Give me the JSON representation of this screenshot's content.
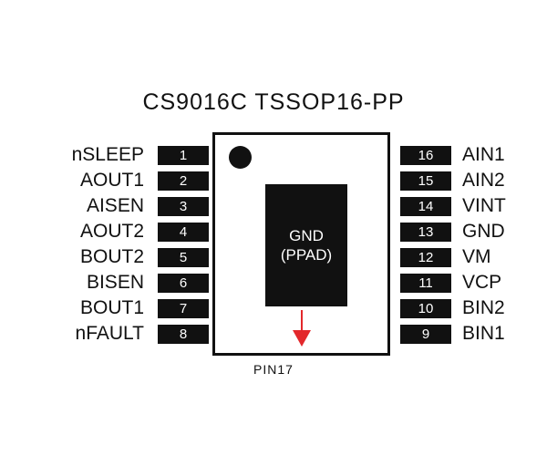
{
  "diagram": {
    "title": "CS9016C TSSOP16-PP",
    "pad_label_line1": "GND",
    "pad_label_line2": "(PPAD)",
    "pin17_label": "PIN17",
    "arrow_color": "#e3282b",
    "left_pins": [
      {
        "number": "1",
        "name": "nSLEEP"
      },
      {
        "number": "2",
        "name": "AOUT1"
      },
      {
        "number": "3",
        "name": "AISEN"
      },
      {
        "number": "4",
        "name": "AOUT2"
      },
      {
        "number": "5",
        "name": "BOUT2"
      },
      {
        "number": "6",
        "name": "BISEN"
      },
      {
        "number": "7",
        "name": "BOUT1"
      },
      {
        "number": "8",
        "name": "nFAULT"
      }
    ],
    "right_pins": [
      {
        "number": "16",
        "name": "AIN1"
      },
      {
        "number": "15",
        "name": "AIN2"
      },
      {
        "number": "14",
        "name": "VINT"
      },
      {
        "number": "13",
        "name": "GND"
      },
      {
        "number": "12",
        "name": "VM"
      },
      {
        "number": "11",
        "name": "VCP"
      },
      {
        "number": "10",
        "name": "BIN2"
      },
      {
        "number": "9",
        "name": "BIN1"
      }
    ]
  }
}
